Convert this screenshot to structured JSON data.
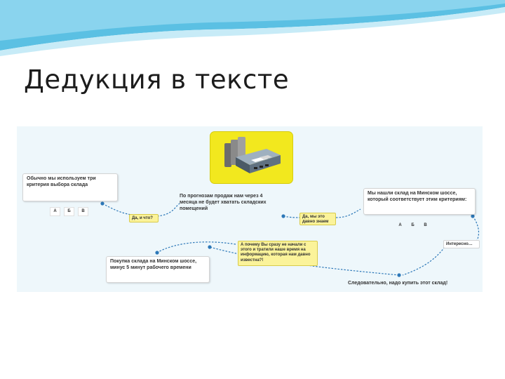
{
  "slide": {
    "title": "Дедукция в тексте",
    "colors": {
      "wave": "#5bc0e3",
      "accent": "#0f72b5",
      "icon_bg": "#f2e81e",
      "note_bg": "#fbf39a"
    }
  },
  "diagram": {
    "criteria_box": "Обычно мы используем три критерия выбора склада",
    "criteria_labels": [
      "А",
      "Б",
      "В"
    ],
    "note_da_i_chto": "Да, и что?",
    "forecast_text": "По прогнозам продаж нам через 4 месяца не будет хватать складских помещений",
    "note_davno_znaem": "Да, мы это давно знаем",
    "found_box": "Мы нашли склад на Минском шоссе, который соответствует этим критериям:",
    "found_labels": [
      "А",
      "Б",
      "В"
    ],
    "note_interesno": "Интересно…",
    "note_why": "А почему Вы сразу не начали с этого и тратили наше время на информацию, которая нам давно известна?!",
    "purchase_box": "Покупка склада на Минском шоссе, минус 5 минут рабочего времени",
    "conclusion": "Следовательно, надо купить этот склад!",
    "icon": "warehouse-icon"
  }
}
